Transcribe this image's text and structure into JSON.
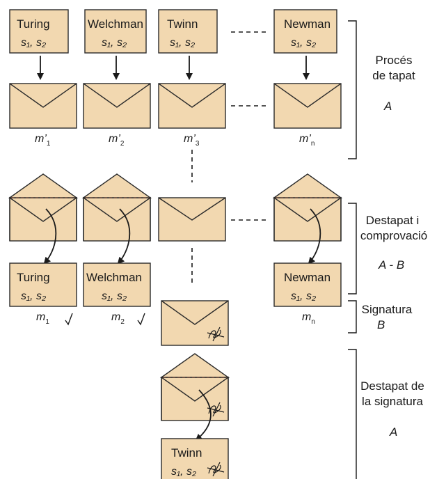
{
  "cards": {
    "turing": {
      "name": "Turing",
      "subs": "s₁, s₂"
    },
    "welchman": {
      "name": "Welchman",
      "subs": "s₁, s₂"
    },
    "twinn": {
      "name": "Twinn",
      "subs": "s₁, s₂"
    },
    "newman": {
      "name": "Newman",
      "subs": "s₁, s₂"
    }
  },
  "labels": {
    "m1p": {
      "base": "m’",
      "sub": "1"
    },
    "m2p": {
      "base": "m’",
      "sub": "2"
    },
    "m3p": {
      "base": "m’",
      "sub": "3"
    },
    "mnp": {
      "base": "m’",
      "sub": "n"
    },
    "m1": {
      "base": "m",
      "sub": "1"
    },
    "m2": {
      "base": "m",
      "sub": "2"
    },
    "mn": {
      "base": "m",
      "sub": "n"
    }
  },
  "phases": {
    "p1": {
      "line1": "Procés",
      "line2": "de tapat",
      "letter": "A"
    },
    "p2": {
      "line1": "Destapat i",
      "line2": "comprovació",
      "letter": "A - B"
    },
    "p3": {
      "line1": "Signatura",
      "letter": "B"
    },
    "p4": {
      "line1": "Destapat de",
      "line2": "la signatura",
      "letter": "A"
    }
  }
}
